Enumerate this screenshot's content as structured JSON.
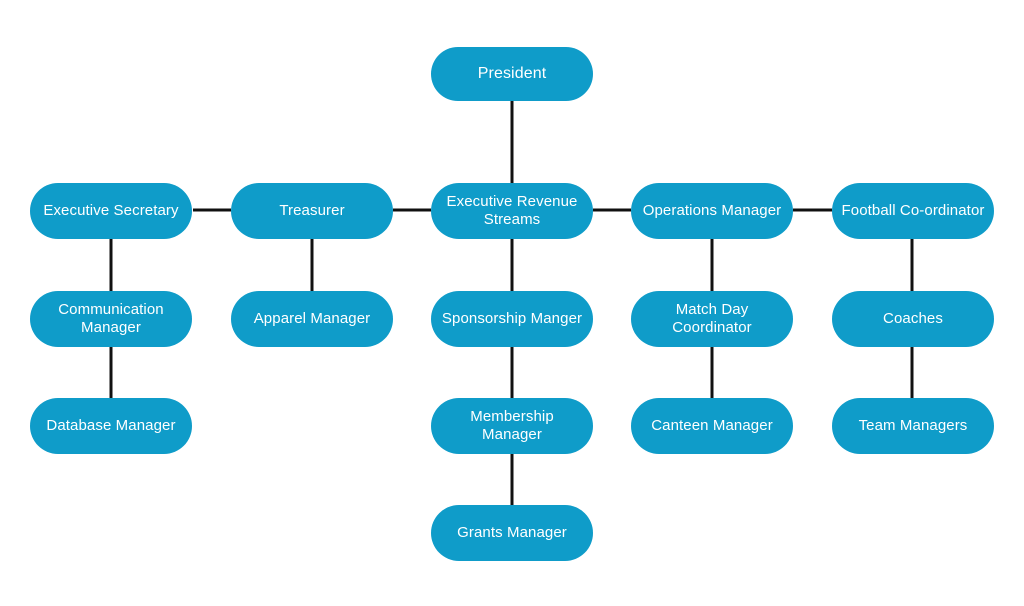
{
  "org_chart": {
    "colors": {
      "node_fill": "#0f9cc9",
      "node_text": "#ffffff",
      "connector": "#111111"
    },
    "nodes": {
      "president": "President",
      "executive_secretary": "Executive Secretary",
      "treasurer": "Treasurer",
      "executive_revenue_streams": "Executive Revenue Streams",
      "operations_manager": "Operations Manager",
      "football_coordinator": "Football Co-ordinator",
      "communication_manager": "Communication Manager",
      "apparel_manager": "Apparel Manager",
      "sponsorship_manager": "Sponsorship Manger",
      "match_day_coordinator": "Match Day Coordinator",
      "coaches": "Coaches",
      "database_manager": "Database Manager",
      "membership_manager": "Membership Manager",
      "canteen_manager": "Canteen Manager",
      "team_managers": "Team Managers",
      "grants_manager": "Grants Manager"
    }
  }
}
